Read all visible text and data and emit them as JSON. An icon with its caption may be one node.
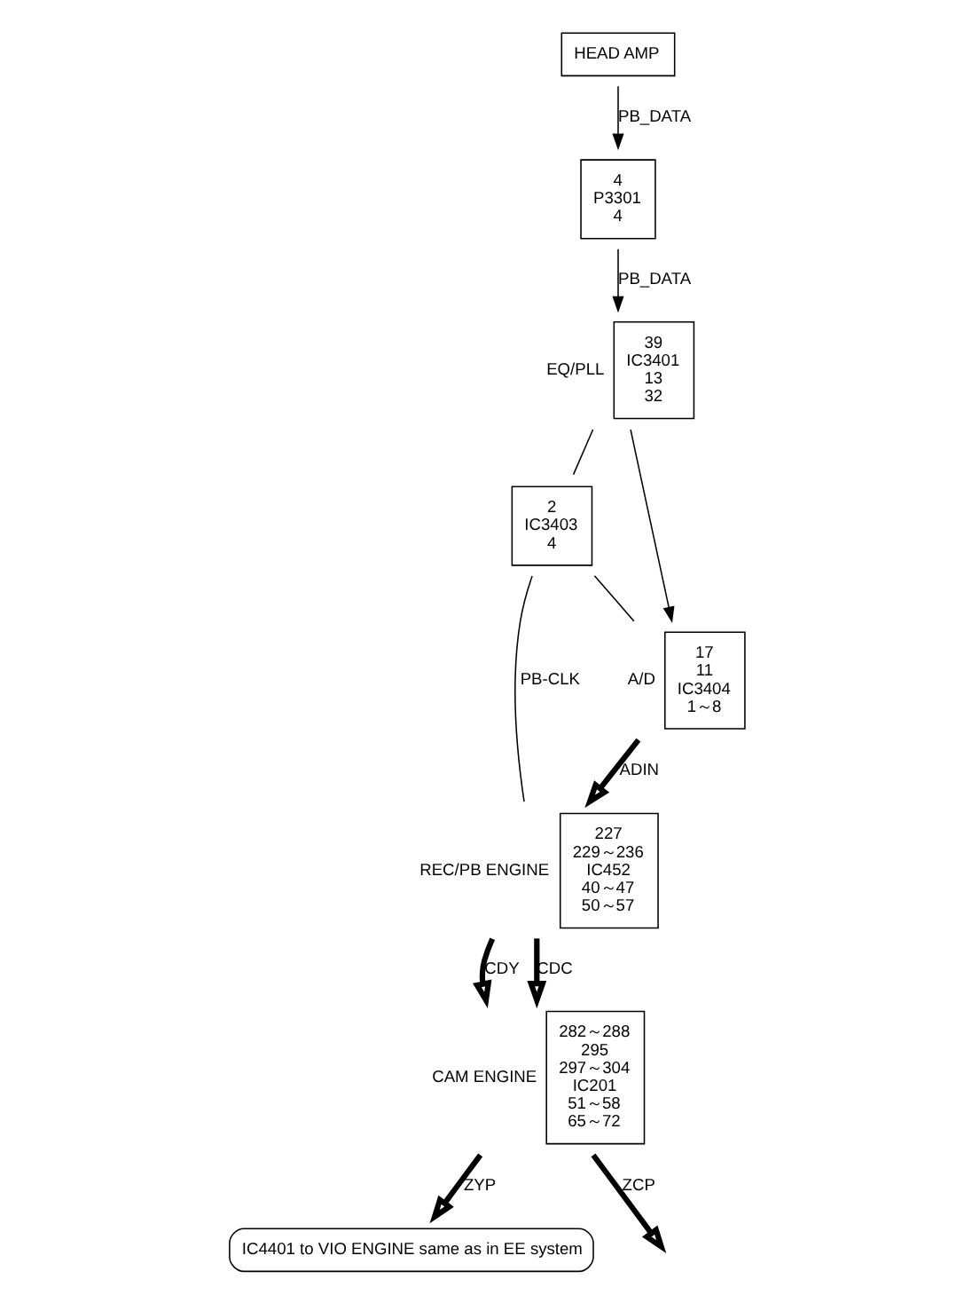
{
  "diagram": {
    "nodes": [
      {
        "text": [
          "HEAD AMP"
        ]
      },
      {
        "text": [
          "4",
          "P3301",
          "4"
        ]
      },
      {
        "text": [
          "39",
          "IC3401",
          "13",
          "32"
        ],
        "beside": [
          "EQ/PLL"
        ]
      },
      {
        "text": [
          "2",
          "IC3403",
          "4"
        ]
      },
      {
        "text": [
          "17",
          "11",
          "IC3404",
          "1～8"
        ],
        "beside": [
          "A/D"
        ]
      },
      {
        "text": [
          "227",
          "229～236",
          "IC452",
          "40～47",
          "50～57"
        ],
        "beside": [
          "REC/PB ENGINE"
        ]
      },
      {
        "text": [
          "282～288",
          "295",
          "297～304",
          "IC201",
          "51～58",
          "65～72"
        ],
        "beside": [
          "CAM ENGINE"
        ]
      },
      {
        "text": [
          "IC4401 to VIO ENGINE same as in EE system"
        ]
      }
    ],
    "edges": [
      {
        "from": 0,
        "to": 1,
        "arrow": "to",
        "label": "PB_DATA"
      },
      {
        "from": 1,
        "to": 2,
        "arrow": "to",
        "label": "PB_DATA"
      },
      {
        "from": 2,
        "to": 3,
        "arrow": "none"
      },
      {
        "from": 2,
        "to": 4,
        "arrow": "to"
      },
      {
        "from": 3,
        "to": 4,
        "arrow": "none"
      },
      {
        "from": 3,
        "to": 5,
        "arrow": "none",
        "label": "PB-CLK"
      },
      {
        "from": 4,
        "to": 5,
        "arrow": "to",
        "label": "ADIN",
        "style": "thick"
      },
      {
        "from": 5,
        "to": 6,
        "arrow": "to",
        "label": "CDY",
        "style": "thick"
      },
      {
        "from": 5,
        "to": 6,
        "arrow": "to",
        "label": "CDC",
        "style": "thick"
      },
      {
        "from": 6,
        "to": 7,
        "arrow": "to",
        "label": "ZYP",
        "style": "thick"
      },
      {
        "from": 6,
        "to": null,
        "arrow": "to",
        "label": "ZCP",
        "style": "thick"
      }
    ]
  }
}
